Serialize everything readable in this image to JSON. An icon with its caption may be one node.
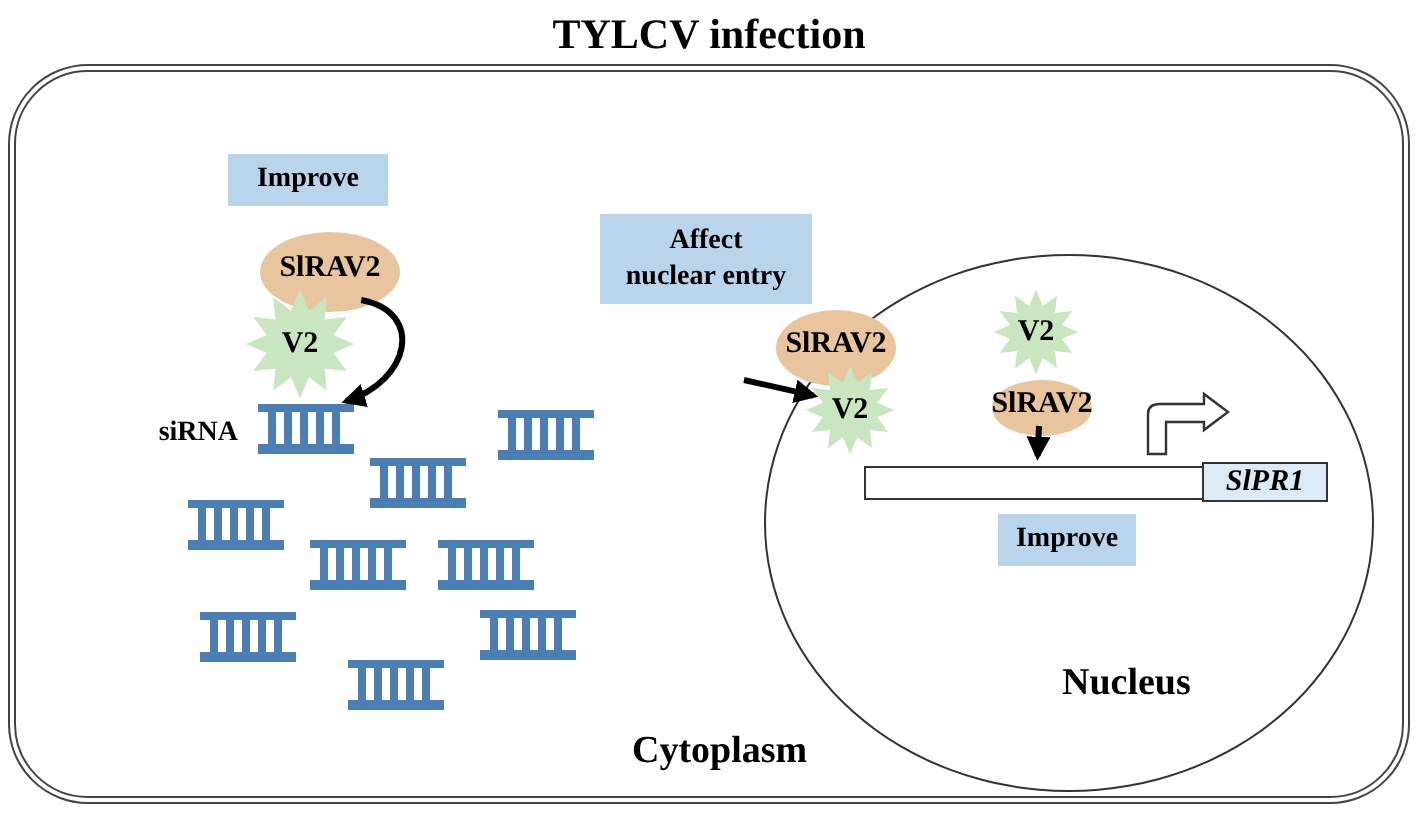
{
  "diagram": {
    "title": "TYLCV infection",
    "nodes": [
      {
        "text": [
          "Cytoplasm"
        ]
      },
      {
        "text": [
          "Improve"
        ],
        "in": 0
      },
      {
        "text": [
          "SlRAV2"
        ],
        "in": 0
      },
      {
        "text": [
          "V2"
        ],
        "in": 0
      },
      {
        "text": [],
        "shape": "ladder",
        "beside": [
          "siRNA"
        ],
        "in": 0
      },
      {
        "text": [],
        "shape": "ladder",
        "in": 0
      },
      {
        "text": [],
        "shape": "ladder",
        "in": 0
      },
      {
        "text": [],
        "shape": "ladder",
        "in": 0
      },
      {
        "text": [],
        "shape": "ladder",
        "in": 0
      },
      {
        "text": [],
        "shape": "ladder",
        "in": 0
      },
      {
        "text": [],
        "shape": "ladder",
        "in": 0
      },
      {
        "text": [],
        "shape": "ladder",
        "in": 0
      },
      {
        "text": [],
        "shape": "ladder",
        "in": 0
      },
      {
        "text": [
          "Affect nuclear entry"
        ],
        "in": 0
      },
      {
        "text": [
          "Nucleus"
        ],
        "in": 0
      },
      {
        "text": [
          "SlRAV2"
        ],
        "in": 14
      },
      {
        "text": [
          "V2"
        ],
        "in": 14
      },
      {
        "text": [
          "V2"
        ],
        "in": 14
      },
      {
        "text": [
          "SlRAV2"
        ],
        "in": 14
      },
      {
        "text": [],
        "shape": "bar",
        "in": 14
      },
      {
        "text": [
          "SlPR1"
        ],
        "in": 14
      },
      {
        "text": [
          "Improve"
        ],
        "in": 14
      }
    ],
    "edges": [
      {
        "from": 2,
        "to": 4,
        "arrow": "to"
      },
      {
        "from": null,
        "to": 16,
        "arrow": "to"
      },
      {
        "from": 18,
        "to": 19,
        "arrow": "to"
      }
    ]
  }
}
